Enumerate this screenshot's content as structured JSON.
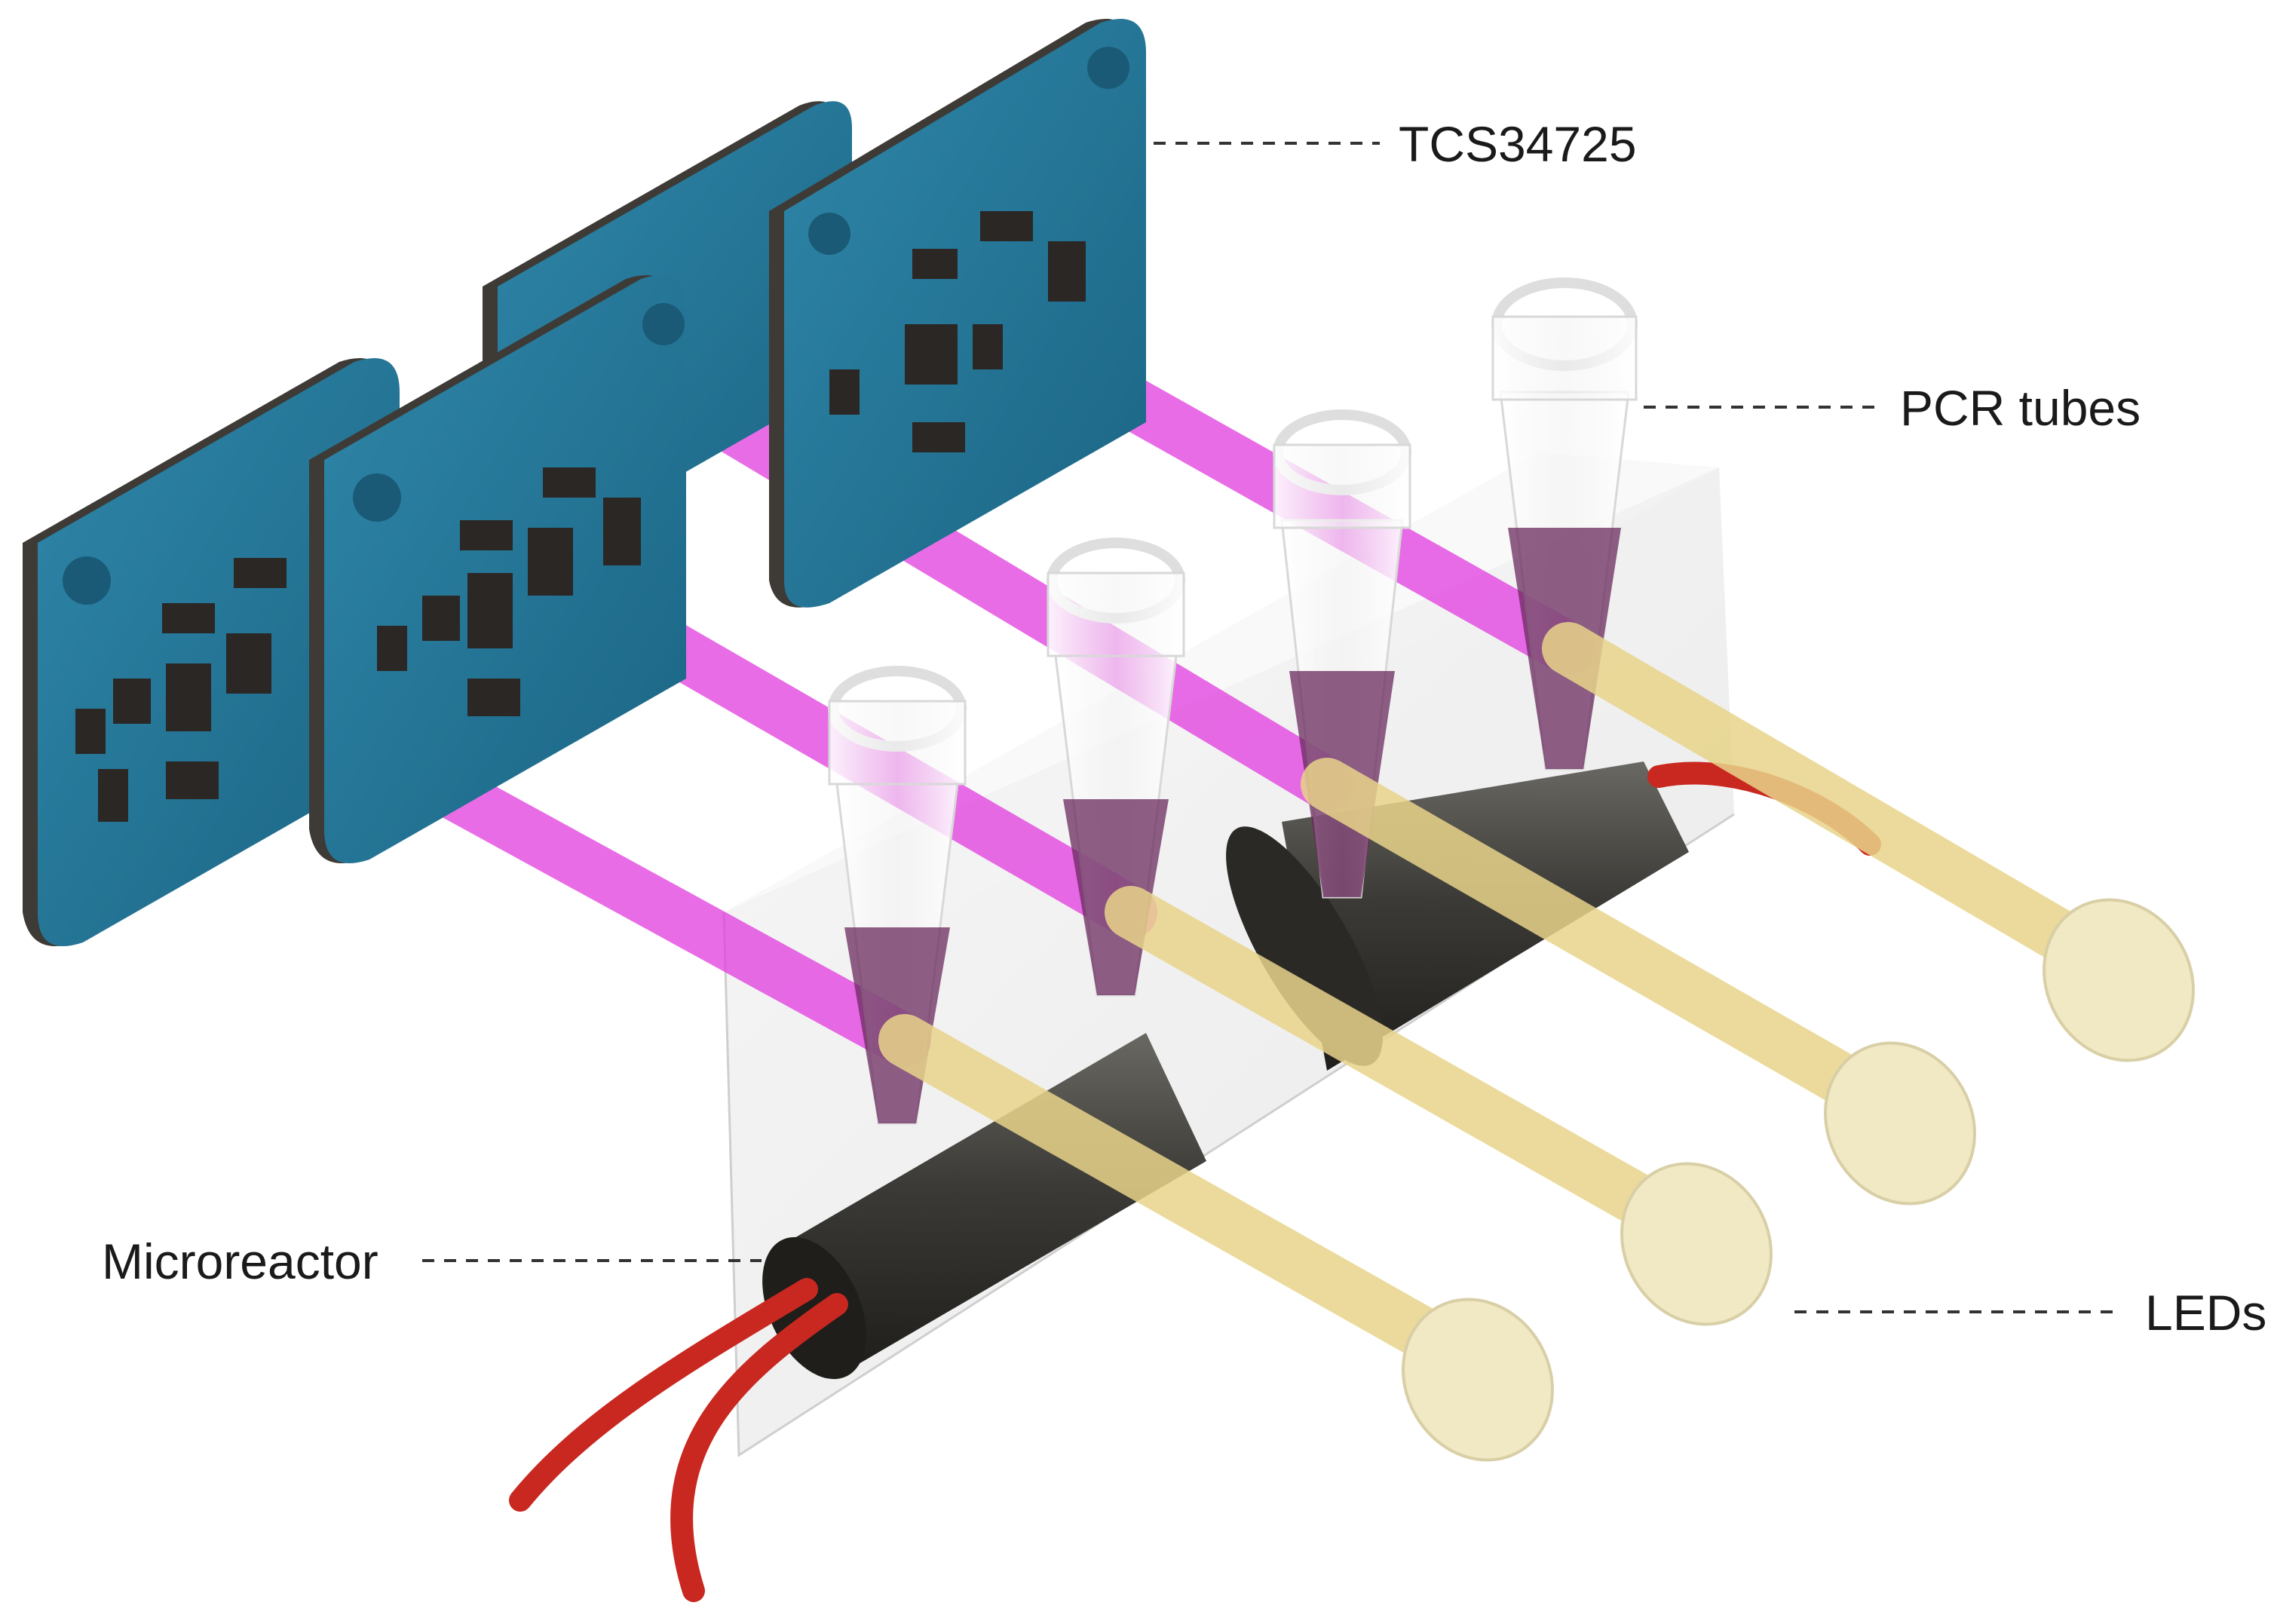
{
  "labels": {
    "sensor": "TCS34725",
    "tubes": "PCR tubes",
    "reactor": "Microreactor",
    "leds": "LEDs"
  },
  "colors": {
    "board": "#1f6f8f",
    "board_edge": "#3e3a36",
    "chip": "#2a2724",
    "light_path": "#e23be0",
    "led": "#f1e8c4",
    "reactor": "#3b3a36",
    "tubing": "#c8281f",
    "liquid": "#6a2a5e",
    "block": "#dcdcdc"
  },
  "icons": {
    "sensor_board": "sensor-board-icon",
    "pcr_tube": "pcr-tube-icon",
    "led": "led-icon",
    "reactor": "microreactor-icon"
  }
}
